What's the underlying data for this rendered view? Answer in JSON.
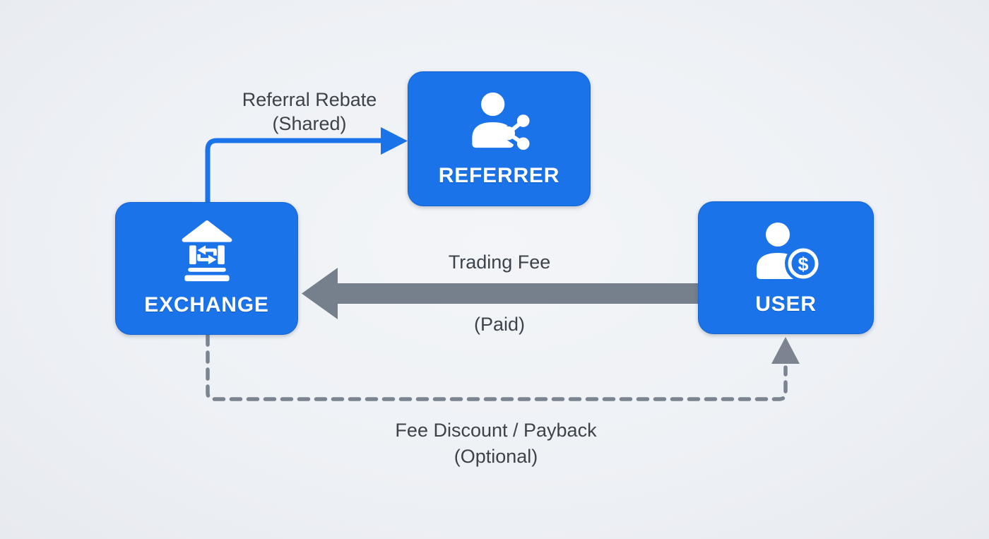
{
  "title": "Exchange referral rebate flow diagram",
  "colors": {
    "background": "#eef1f5",
    "node_blue": "#1a73e8",
    "blue_arrow": "#1a73e8",
    "gray_arrow": "#76808c",
    "dashed_gray": "#7b8490",
    "label_text": "#3d434b",
    "node_text": "#ffffff"
  },
  "nodes": {
    "referrer": {
      "label": "REFERRER",
      "icon": "person-share-icon"
    },
    "exchange": {
      "label": "EXCHANGE",
      "icon": "bank-exchange-icon"
    },
    "user": {
      "label": "USER",
      "icon": "person-dollar-icon"
    }
  },
  "edges": {
    "referral_rebate": {
      "line1": "Referral Rebate",
      "line2": "(Shared)",
      "from": "EXCHANGE",
      "to": "REFERRER",
      "style": "solid blue elbow arrow"
    },
    "trading_fee": {
      "line1": "Trading Fee",
      "line2": "(Paid)",
      "from": "USER",
      "to": "EXCHANGE",
      "style": "thick gray arrow"
    },
    "fee_discount": {
      "line1": "Fee Discount / Payback",
      "line2": "(Optional)",
      "from": "EXCHANGE",
      "to": "USER",
      "style": "dashed gray elbow arrow"
    }
  },
  "icons": {
    "dollar_badge_glyph": "$"
  }
}
